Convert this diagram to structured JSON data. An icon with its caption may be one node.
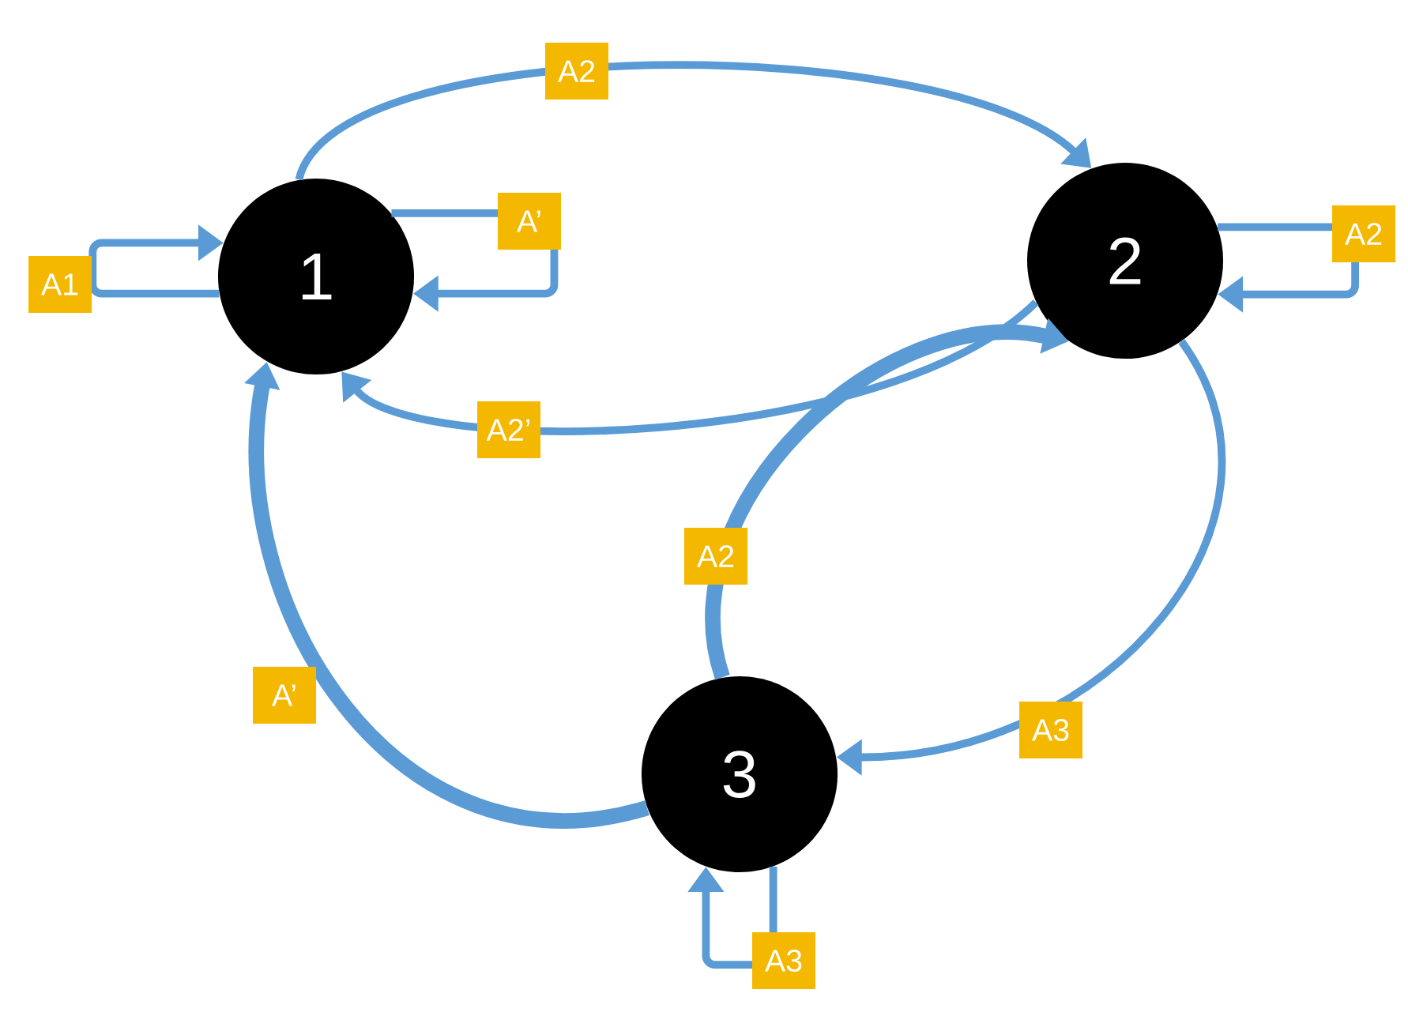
{
  "diagram": {
    "nodes": [
      {
        "text": [
          "1"
        ]
      },
      {
        "text": [
          "2"
        ]
      },
      {
        "text": [
          "3"
        ]
      }
    ],
    "edges": [
      {
        "from": 0,
        "to": 1,
        "arrow": "to",
        "label": "A2"
      },
      {
        "from": 1,
        "to": 0,
        "arrow": "to",
        "label": "A2’"
      },
      {
        "from": 2,
        "to": 1,
        "arrow": "to",
        "label": "A2",
        "style": "thick"
      },
      {
        "from": 1,
        "to": 2,
        "arrow": "to",
        "label": "A3"
      },
      {
        "from": 2,
        "to": 0,
        "arrow": "to",
        "label": "A’",
        "style": "thick"
      },
      {
        "from": 0,
        "to": 0,
        "arrow": "to",
        "label": "A1"
      },
      {
        "from": 0,
        "to": 0,
        "arrow": "to",
        "label": "A’"
      },
      {
        "from": 1,
        "to": 1,
        "arrow": "to",
        "label": "A2"
      },
      {
        "from": 2,
        "to": 2,
        "arrow": "to",
        "label": "A3"
      }
    ]
  }
}
